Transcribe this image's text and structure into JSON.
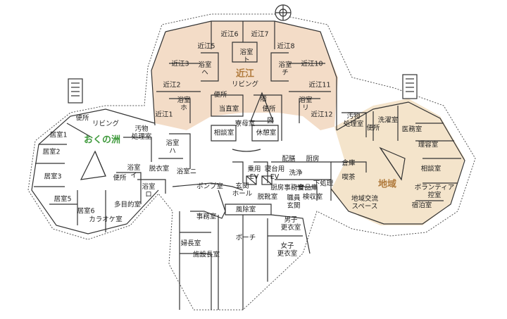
{
  "zones": {
    "omi": "近江",
    "okunosu": "おくの洲",
    "chiiki": "地域"
  },
  "colors": {
    "omi_wing": "#f3dcc7",
    "chiiki_wing": "#f4e4cb",
    "okunosu_label": "#3f9a3c",
    "omi_label": "#b07a3c"
  },
  "rooms": {
    "omi6": "近江6",
    "omi7": "近江7",
    "omi5": "近江5",
    "omi8": "近江8",
    "omi3": "近江3",
    "omi10": "近江10",
    "omi2": "近江2",
    "omi11": "近江11",
    "omi1": "近江1",
    "omi12": "近江12",
    "bath_to": "浴室\nト",
    "bath_he": "浴室\nヘ",
    "bath_chi": "浴室\nチ",
    "bath_ho": "浴室\nホ",
    "bath_ri": "浴室\nリ",
    "living_omi": "リビング",
    "toilet_omi": "便所",
    "duty_room": "当直室",
    "consult_omi": "相談室",
    "dorm_mother": "寮母室",
    "rest_room": "休憩室",
    "toilet_oku": "便所",
    "living_oku": "リビング",
    "soil_oku": "汚物\n処理室",
    "room1": "居室1",
    "room2": "居室2",
    "room3": "居室3",
    "room5": "居室5",
    "room6": "居室6",
    "karaoke": "カラオケ室",
    "multipurpose": "多目的室",
    "toilet_oku2": "便所",
    "bath_i": "浴室\nイ",
    "bath_ro": "浴室\nロ",
    "bath_ha": "浴室\nハ",
    "dressing": "脱衣室",
    "bath_ni": "浴室ニ",
    "pump": "ポンプ室",
    "entrance_hall": "玄関\nホール",
    "windproof": "風除室",
    "office": "事務室",
    "nurse": "婦長室",
    "director": "施設長室",
    "porch": "ポーチ",
    "female_locker": "女子\n更衣室",
    "male_locker": "男子\n更衣室",
    "staff_entrance": "職員\n玄関",
    "shoe_room": "脱靴室",
    "meal_office": "厨房事務室",
    "elevator_passenger": "乗用\nEV",
    "elevator_service": "寝台用\nEV",
    "serving": "配膳",
    "kitchen": "厨房",
    "washing": "洗浄",
    "pantry": "食品庫",
    "receiving": "検収室",
    "prep": "下処理",
    "storage": "倉庫",
    "tea": "喫茶",
    "community": "地域交流\nスペース",
    "soil_chi": "汚物\n処理室",
    "toilet_chi": "便所",
    "laundry": "洗濯室",
    "medical": "医務室",
    "barber": "理容室",
    "consult_chi": "相談室",
    "volunteer": "ボランティア\n控室",
    "guest": "宿泊室",
    "stairs_note": "階",
    "toilet_ch": "便所",
    "zu": "図"
  }
}
